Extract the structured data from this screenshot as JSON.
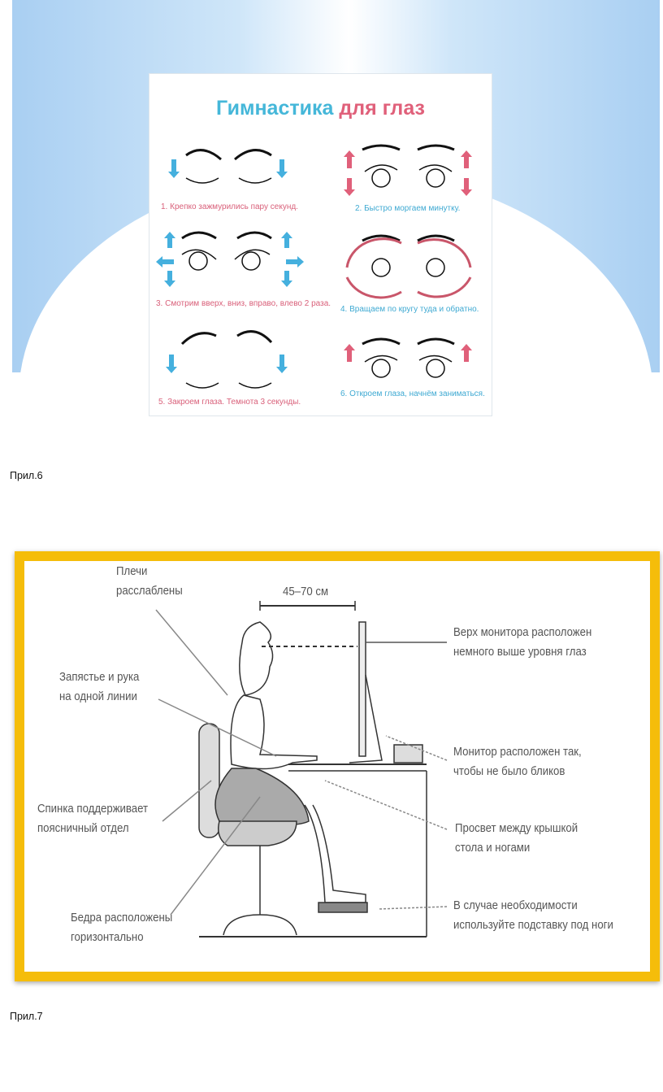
{
  "figure6": {
    "title_part1": "Гимнастика",
    "title_part2": "для глаз",
    "steps": [
      "1. Крепко зажмурились пару секунд.",
      "2. Быстро моргаем минутку.",
      "3. Смотрим вверх, вниз, вправо, влево 2 раза.",
      "4. Вращаем по кругу туда и обратно.",
      "5. Закроем глаза. Темнота 3 секунды.",
      "6. Откроем глаза, начнём заниматься."
    ],
    "caption": "Прил.6"
  },
  "figure7": {
    "distance": "45–70 см",
    "labels": {
      "shoulders": [
        "Плечи",
        "расслаблены"
      ],
      "wrist": [
        "Запястье и рука",
        "на одной линии"
      ],
      "back": [
        "Спинка поддерживает",
        "поясничный отдел"
      ],
      "hips": [
        "Бедра расположены",
        "горизонтально"
      ],
      "monitor_top": [
        "Верх монитора расположен",
        "немного выше уровня глаз"
      ],
      "monitor_glare": [
        "Монитор расположен так,",
        "чтобы не было бликов"
      ],
      "gap": [
        "Просвет между крышкой",
        "стола и ногами"
      ],
      "footrest": [
        "В случае необходимости",
        "используйте подставку под ноги"
      ]
    },
    "caption": "Прил.7"
  },
  "colors": {
    "accent_blue": "#45b7d9",
    "accent_pink": "#e0607a",
    "frame": "#f5bd0a"
  }
}
